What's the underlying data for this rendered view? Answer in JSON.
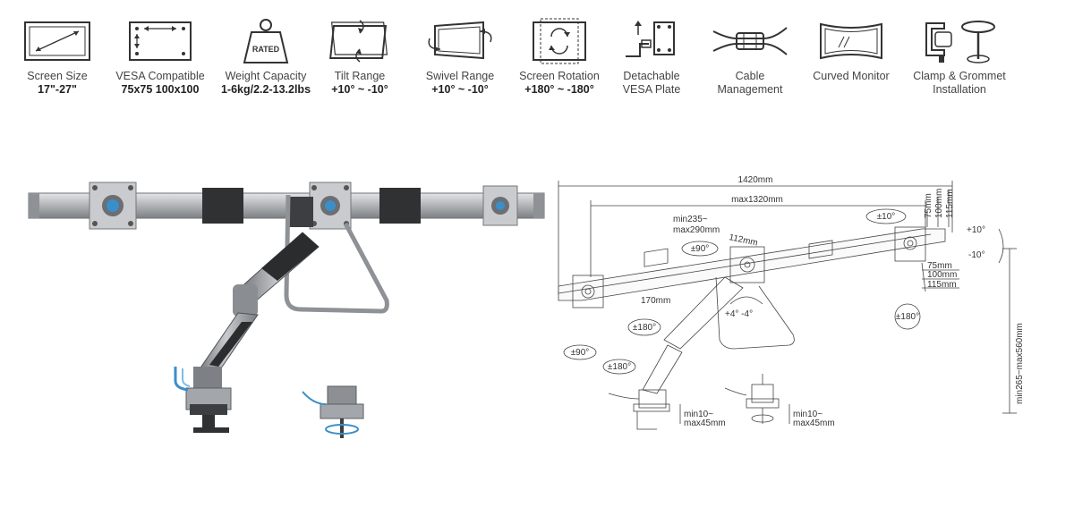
{
  "features": [
    {
      "icon": "screen-size-icon",
      "label": "Screen Size",
      "value": "17\"-27\""
    },
    {
      "icon": "vesa-icon",
      "label": "VESA Compatible",
      "value": "75x75 100x100"
    },
    {
      "icon": "weight-icon",
      "label": "Weight Capacity",
      "value": "1-6kg/2.2-13.2lbs",
      "badge": "RATED"
    },
    {
      "icon": "tilt-icon",
      "label": "Tilt Range",
      "value": "+10° ~ -10°"
    },
    {
      "icon": "swivel-icon",
      "label": "Swivel Range",
      "value": "+10° ~ -10°"
    },
    {
      "icon": "rotation-icon",
      "label": "Screen Rotation",
      "value": "+180° ~ -180°"
    },
    {
      "icon": "vesa-plate-icon",
      "label": "Detachable\nVESA Plate",
      "value": ""
    },
    {
      "icon": "cable-icon",
      "label": "Cable\nManagement",
      "value": ""
    },
    {
      "icon": "curved-monitor-icon",
      "label": "Curved Monitor",
      "value": ""
    },
    {
      "icon": "clamp-grommet-icon",
      "label": "Clamp & Grommet\nInstallation",
      "value": ""
    }
  ],
  "diagram": {
    "total_width": "1420mm",
    "max_width": "max1320mm",
    "arm_range_1": "min235~",
    "arm_range_2": "max290mm",
    "arm_112": "112mm",
    "d_75a": "75mm",
    "d_100a": "100mm",
    "d_115a": "115mm",
    "d_75b": "75mm",
    "d_100b": "100mm",
    "d_115b": "115mm",
    "tilt_plus": "+10°",
    "tilt_minus": "-10°",
    "swivel_pm10": "±10°",
    "swivel_pm90": "±90°",
    "rot_180_right": "±180°",
    "rot_180_arm": "±180°",
    "rot_180_base": "±180°",
    "swivel_pm90_base": "±90°",
    "arm_170": "170mm",
    "center_tilt": "+4°  -4°",
    "height_range": "min265~max560mm",
    "clamp1_a": "min10~",
    "clamp1_b": "max45mm",
    "clamp2_a": "min10~",
    "clamp2_b": "max45mm"
  }
}
